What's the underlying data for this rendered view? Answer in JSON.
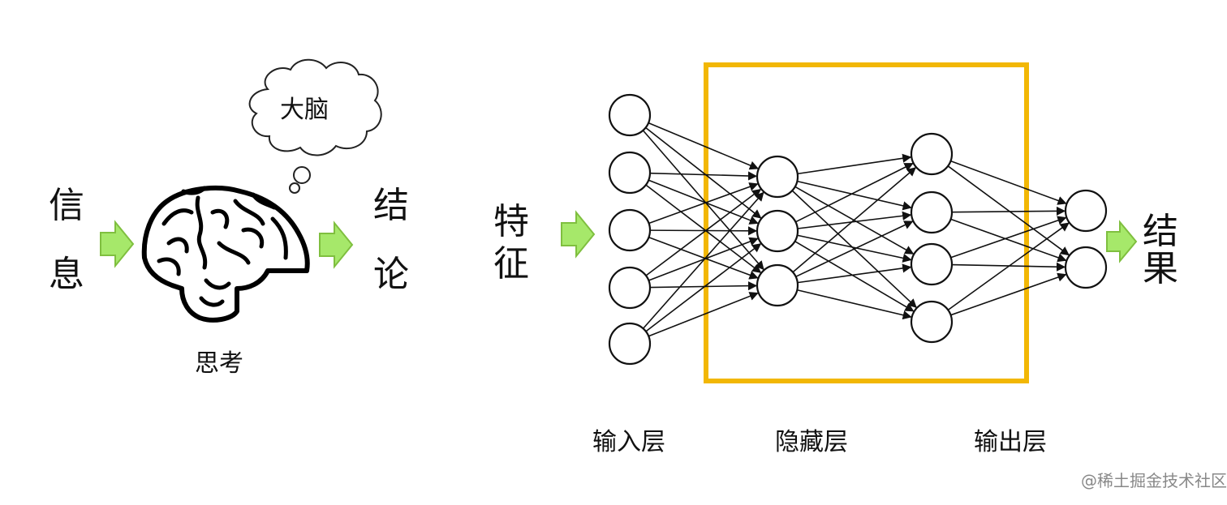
{
  "left_diagram": {
    "input_label": "信息",
    "output_label": "结论",
    "thought_bubble_text": "大脑",
    "brain_caption": "思考",
    "brain_icon": "brain-icon",
    "arrow_icon": "right-arrow-icon"
  },
  "network": {
    "input_label": "特征",
    "output_label": "结果",
    "layers": [
      {
        "name": "输入层",
        "nodes": 5
      },
      {
        "name": "hidden-1",
        "nodes": 3
      },
      {
        "name": "hidden-2",
        "nodes": 4
      },
      {
        "name": "output",
        "nodes": 2
      }
    ],
    "captions": {
      "input": "输入层",
      "hidden": "隐藏层",
      "output": "输出层"
    },
    "hidden_box_color": "#f2b705"
  },
  "watermark": "@稀土掘金技术社区",
  "colors": {
    "arrow_fill": "#a6e86a",
    "arrow_stroke": "#7fbf3f",
    "highlight_box": "#f2b705"
  }
}
